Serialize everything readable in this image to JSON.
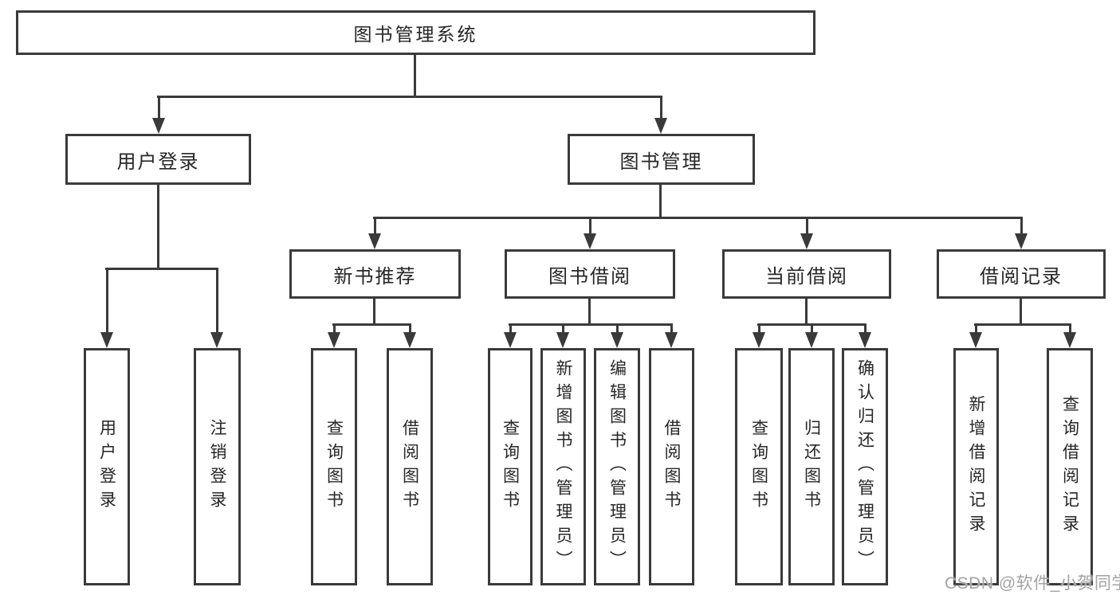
{
  "diagram": {
    "root": {
      "label": "图书管理系统"
    },
    "level2": [
      {
        "label": "用户登录",
        "children": [
          {
            "label": "用户登录"
          },
          {
            "label": "注销登录"
          }
        ]
      },
      {
        "label": "图书管理",
        "children": [
          {
            "label": "新书推荐",
            "children": [
              {
                "label": "查询图书"
              },
              {
                "label": "借阅图书"
              }
            ]
          },
          {
            "label": "图书借阅",
            "children": [
              {
                "label": "查询图书"
              },
              {
                "label": "新增图书（管理员）"
              },
              {
                "label": "编辑图书（管理员）"
              },
              {
                "label": "借阅图书"
              }
            ]
          },
          {
            "label": "当前借阅",
            "children": [
              {
                "label": "查询图书"
              },
              {
                "label": "归还图书"
              },
              {
                "label": "确认归还（管理员）"
              }
            ]
          },
          {
            "label": "借阅记录",
            "children": [
              {
                "label": "新增借阅记录"
              },
              {
                "label": "查询借阅记录"
              }
            ]
          }
        ]
      }
    ]
  },
  "watermark": {
    "text": "CSDN @软件_小贺同学"
  },
  "colors": {
    "line": "#3a3a3a",
    "text": "#262626",
    "box_bg": "#ffffff",
    "watermark": "#a3a3a3"
  }
}
